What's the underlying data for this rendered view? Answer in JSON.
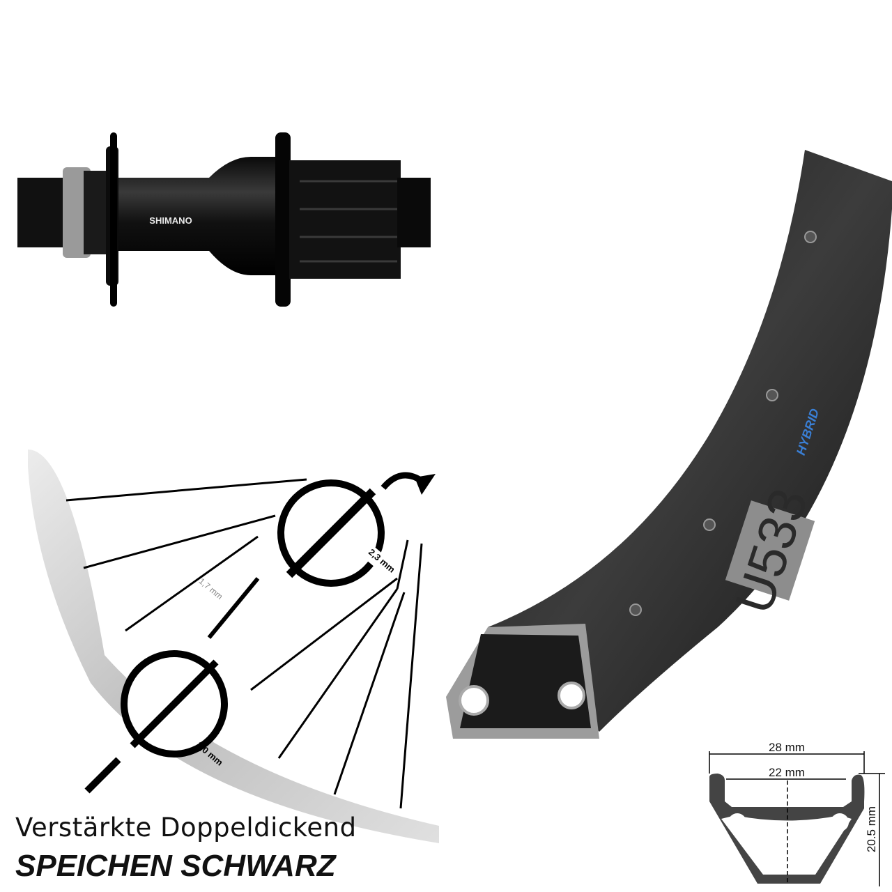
{
  "hub": {
    "brand": "SHIMANO"
  },
  "rim": {
    "model": "U533",
    "label": "HYBRID",
    "accent": "#3a7fd5"
  },
  "spokes": {
    "labels": [
      "1,7 mm",
      "2,3 mm",
      "2,0 mm"
    ]
  },
  "profile": {
    "outer_width": "28 mm",
    "inner_width": "22 mm",
    "height": "20.5 mm"
  },
  "caption": {
    "line1": "Verstärkte Doppeldickend",
    "line2": "SPEICHEN SCHWARZ"
  }
}
